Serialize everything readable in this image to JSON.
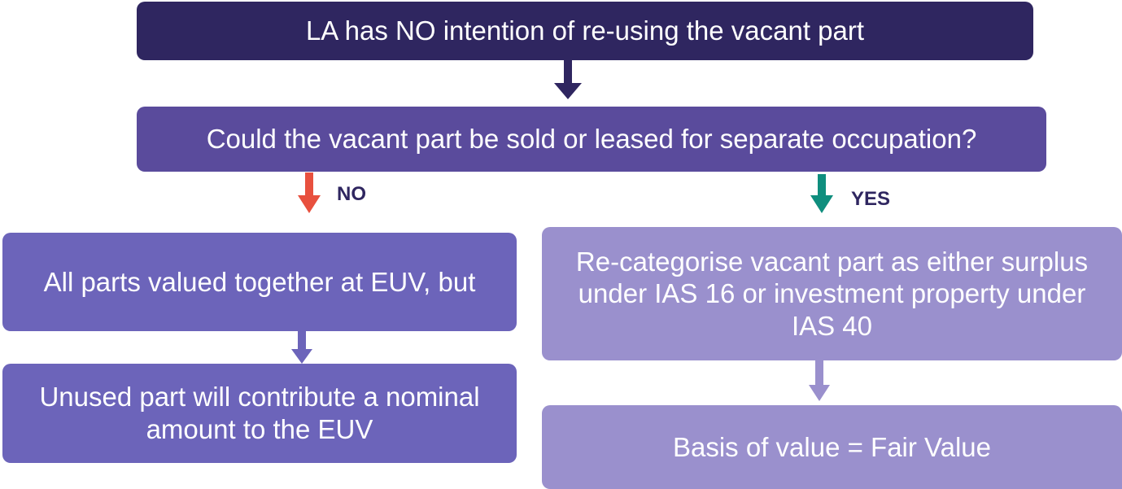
{
  "flow": {
    "start": "LA has NO intention of re-using the vacant part",
    "question": "Could the vacant part be sold or leased for separate occupation?",
    "no_label": "NO",
    "yes_label": "YES",
    "no_step1": "All parts valued together at EUV, but",
    "no_step2": "Unused part will contribute a nominal amount to the EUV",
    "yes_step1": "Re-categorise vacant part as either surplus under IAS 16 or investment property under IAS 40",
    "yes_step2": "Basis of value = Fair Value"
  },
  "colors": {
    "start_box": "#2f2660",
    "question_box": "#5a4b9c",
    "no_boxes": "#6c64ba",
    "yes_boxes": "#9a90cd",
    "no_arrow": "#e8503e",
    "yes_arrow": "#0f8e7e",
    "connector_arrow": "#2f2660",
    "no_connector": "#6c64ba",
    "yes_connector": "#9a90cd"
  },
  "icons": {
    "no_arrow": "down-arrow-icon",
    "yes_arrow": "down-arrow-icon"
  }
}
